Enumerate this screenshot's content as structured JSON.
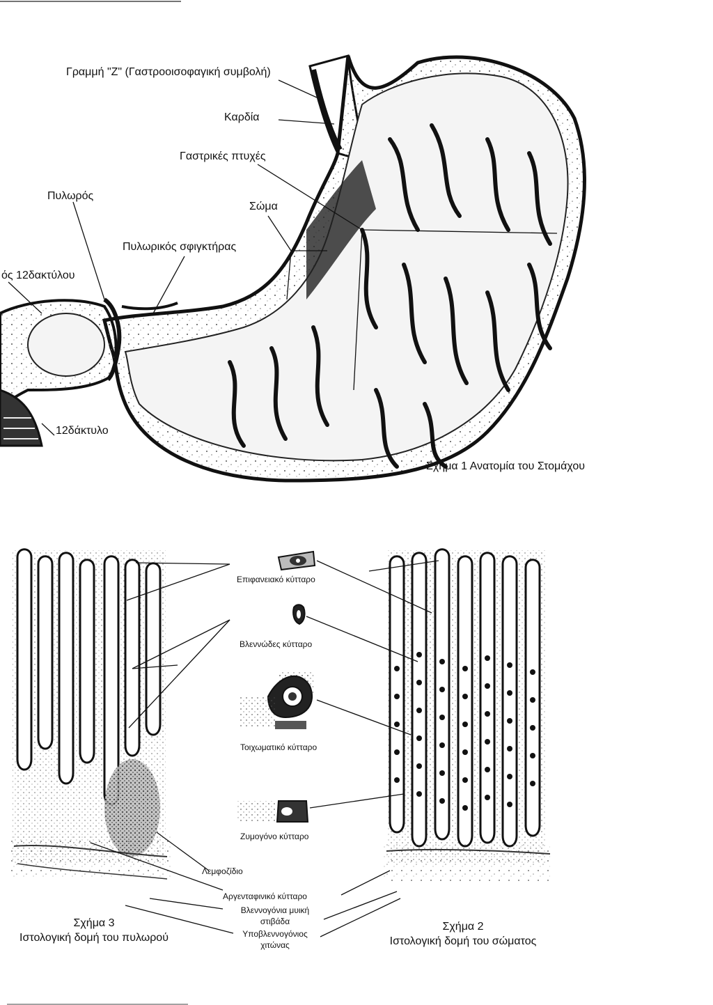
{
  "figure1": {
    "caption": "Σχήμα 1 Ανατομία του Στομάχου",
    "labels": {
      "z_line": "Γραμμή \"Ζ\" (Γαστροοισοφαγική συμβολή)",
      "cardia": "Καρδία",
      "gastric_folds": "Γαστρικές πτυχές",
      "pylorus": "Πυλωρός",
      "body": "Σώμα",
      "pyloric_sphincter": "Πυλωρικός σφιγκτήρας",
      "duodenal_bulb": "ός 12δακτύλου",
      "duodenum": "12δάκτυλο"
    }
  },
  "figure2": {
    "caption_line1": "Σχήμα 2",
    "caption_line2": "Ιστολογική δομή του σώματος"
  },
  "figure3": {
    "caption_line1": "Σχήμα 3",
    "caption_line2": "Ιστολογική δομή του πυλωρού"
  },
  "cells": {
    "surface": "Επιφανειακό κύτταρο",
    "mucous": "Βλεννώδες κύτταρο",
    "parietal": "Τοιχωματικό κύτταρο",
    "zymogen": "Ζυμογόνο κύτταρο",
    "lymphoid": "Λεμφοζίδιο",
    "argentaffin": "Αργενταφινικό κύτταρο",
    "muscularis_line1": "Βλεννογόνια μυική",
    "muscularis_line2": "στιβάδα",
    "submucosa_line1": "Υποβλεννογόνιος",
    "submucosa_line2": "χιτώνας"
  }
}
